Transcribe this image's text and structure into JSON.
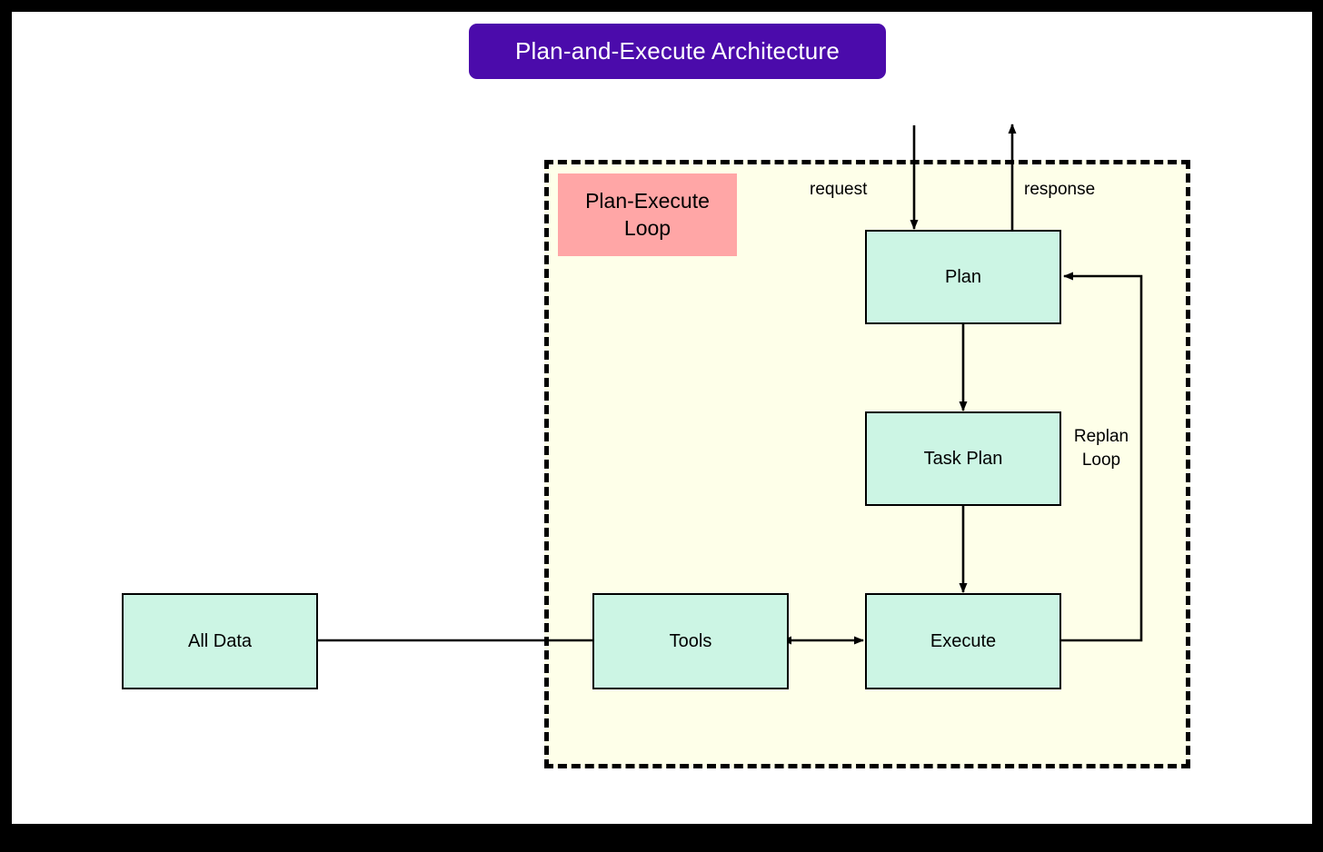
{
  "title": {
    "text": "Plan-and-Execute Architecture",
    "background": "#4B0BAB",
    "color": "#FFFFFF"
  },
  "loop_container": {
    "style": "dashed",
    "background": "#FEFFE9",
    "border_color": "#000000"
  },
  "loop_label": {
    "line1": "Plan-Execute",
    "line2": "Loop",
    "background": "#FFA6A6"
  },
  "nodes": {
    "plan": {
      "label": "Plan",
      "fill": "#CCF5E4"
    },
    "task_plan": {
      "label": "Task Plan",
      "fill": "#CCF5E4"
    },
    "execute": {
      "label": "Execute",
      "fill": "#CCF5E4"
    },
    "tools": {
      "label": "Tools",
      "fill": "#CCF5E4"
    },
    "all_data": {
      "label": "All Data",
      "fill": "#CCF5E4"
    }
  },
  "edge_labels": {
    "request": "request",
    "response": "response",
    "replan_line1": "Replan",
    "replan_line2": "Loop"
  },
  "edges": [
    {
      "name": "request-to-plan",
      "from": "external",
      "to": "plan",
      "arrow": "single"
    },
    {
      "name": "plan-to-external",
      "from": "plan",
      "to": "external",
      "arrow": "single",
      "label": "response"
    },
    {
      "name": "plan-to-task-plan",
      "from": "plan",
      "to": "task_plan",
      "arrow": "single"
    },
    {
      "name": "task-plan-to-execute",
      "from": "task_plan",
      "to": "execute",
      "arrow": "single"
    },
    {
      "name": "tools-execute",
      "from": "tools",
      "to": "execute",
      "arrow": "double"
    },
    {
      "name": "all-data-to-tools",
      "from": "all_data",
      "to": "tools",
      "arrow": "none"
    },
    {
      "name": "execute-to-plan-replan",
      "from": "execute",
      "to": "plan",
      "arrow": "single",
      "label": "Replan Loop"
    }
  ]
}
